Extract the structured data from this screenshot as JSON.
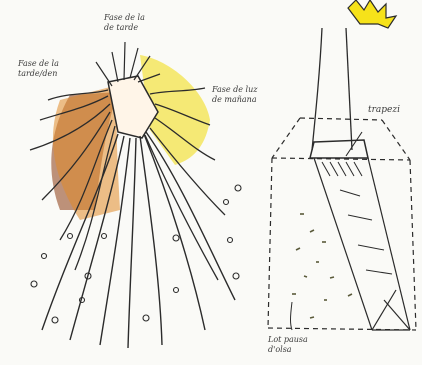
{
  "labels": {
    "left_top": "Fase de la\nde tarde",
    "left_left": "Fase de la\ntarde/den",
    "left_right": "Fase de luz\nde mañana",
    "right_trapezoid": "trapezi",
    "right_bottom": "Lot pausa\nd'olsa"
  },
  "colors": {
    "ink": "#2b2b2b",
    "orange_shade": "#e08a2a",
    "brown_shade": "#8a3b12",
    "yellow_shade": "#f3e34a",
    "sun_yellow": "#f6e21a",
    "paper": "#fafaf7"
  },
  "sketches": [
    {
      "name": "left-light-rays-sketch"
    },
    {
      "name": "right-sun-beam-tent-sketch"
    }
  ]
}
